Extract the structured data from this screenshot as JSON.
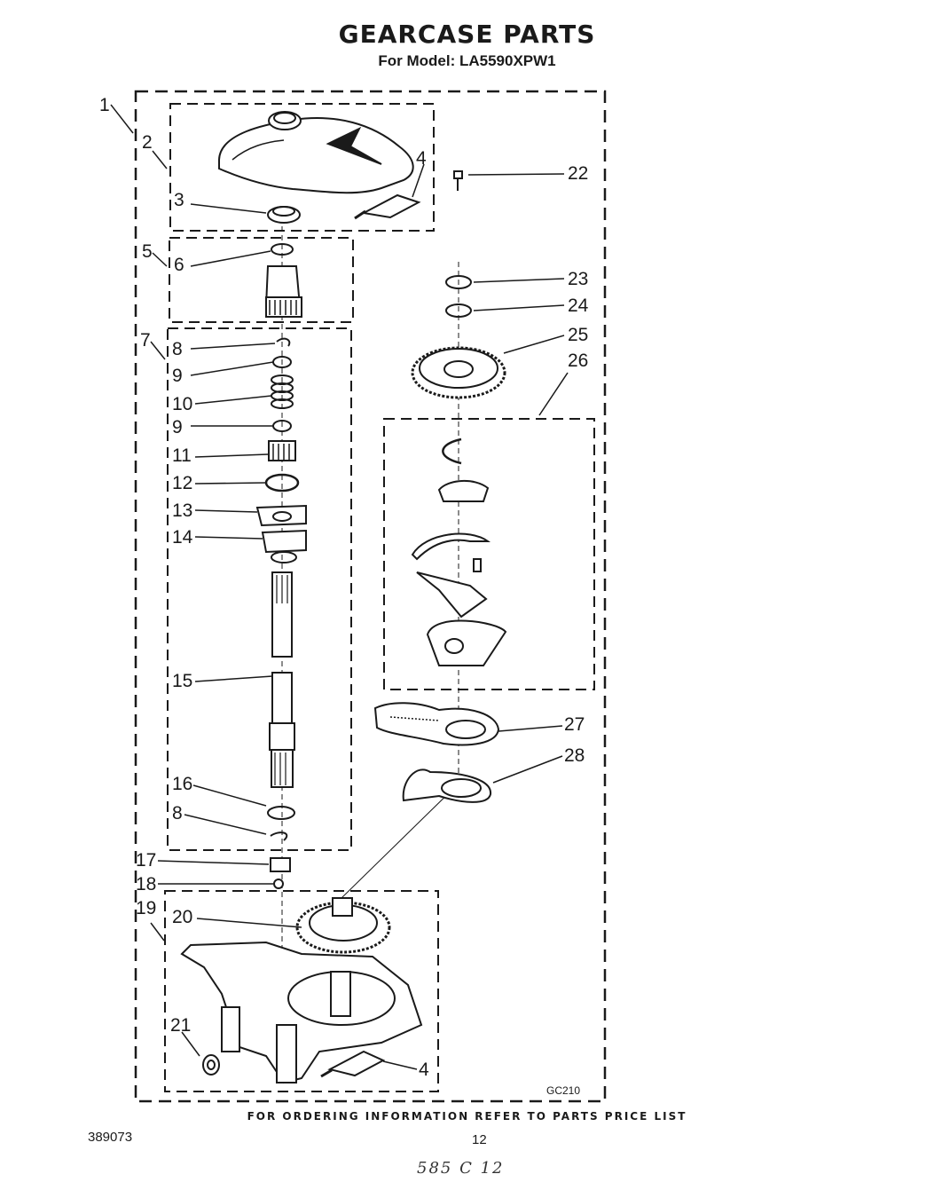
{
  "header": {
    "title": "GEARCASE PARTS",
    "subtitle": "For Model: LA5590XPW1"
  },
  "diagram": {
    "code": "GC210",
    "callouts": [
      "1",
      "2",
      "3",
      "4",
      "22",
      "5",
      "6",
      "23",
      "24",
      "7",
      "8",
      "9",
      "25",
      "26",
      "10",
      "9",
      "11",
      "12",
      "13",
      "14",
      "15",
      "27",
      "28",
      "16",
      "8",
      "17",
      "18",
      "19",
      "20",
      "21",
      "4"
    ]
  },
  "footer": {
    "notice": "FOR ORDERING INFORMATION REFER TO PARTS PRICE LIST",
    "doc_number": "389073",
    "page_number": "12",
    "handwritten_note": "585 C 12"
  }
}
